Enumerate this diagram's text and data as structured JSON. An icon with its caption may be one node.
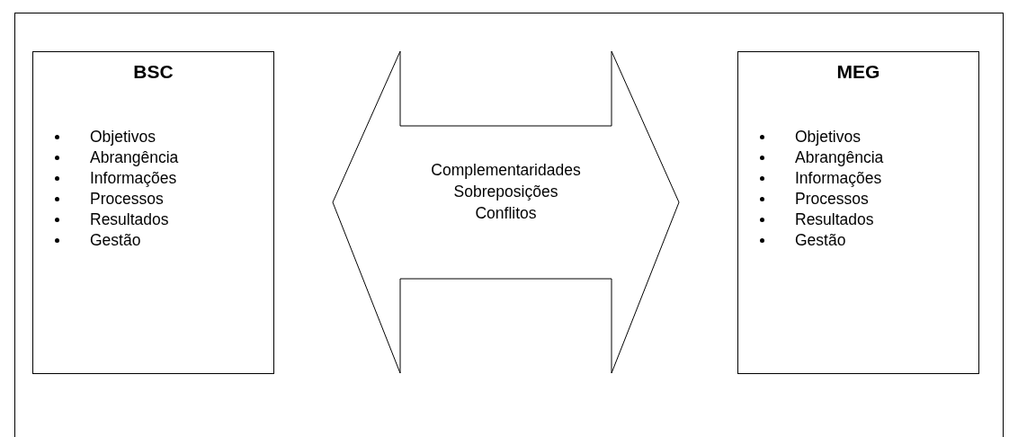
{
  "diagram": {
    "nodes": [
      {
        "text": [
          "BSC",
          "Objetivos",
          "Abrangência",
          "Informações",
          "Processos",
          "Resultados",
          "Gestão"
        ]
      },
      {
        "text": [
          "Complementaridades",
          "Sobreposições",
          "Conflitos"
        ]
      },
      {
        "text": [
          "MEG",
          "Objetivos",
          "Abrangência",
          "Informações",
          "Processos",
          "Resultados",
          "Gestão"
        ]
      }
    ]
  }
}
